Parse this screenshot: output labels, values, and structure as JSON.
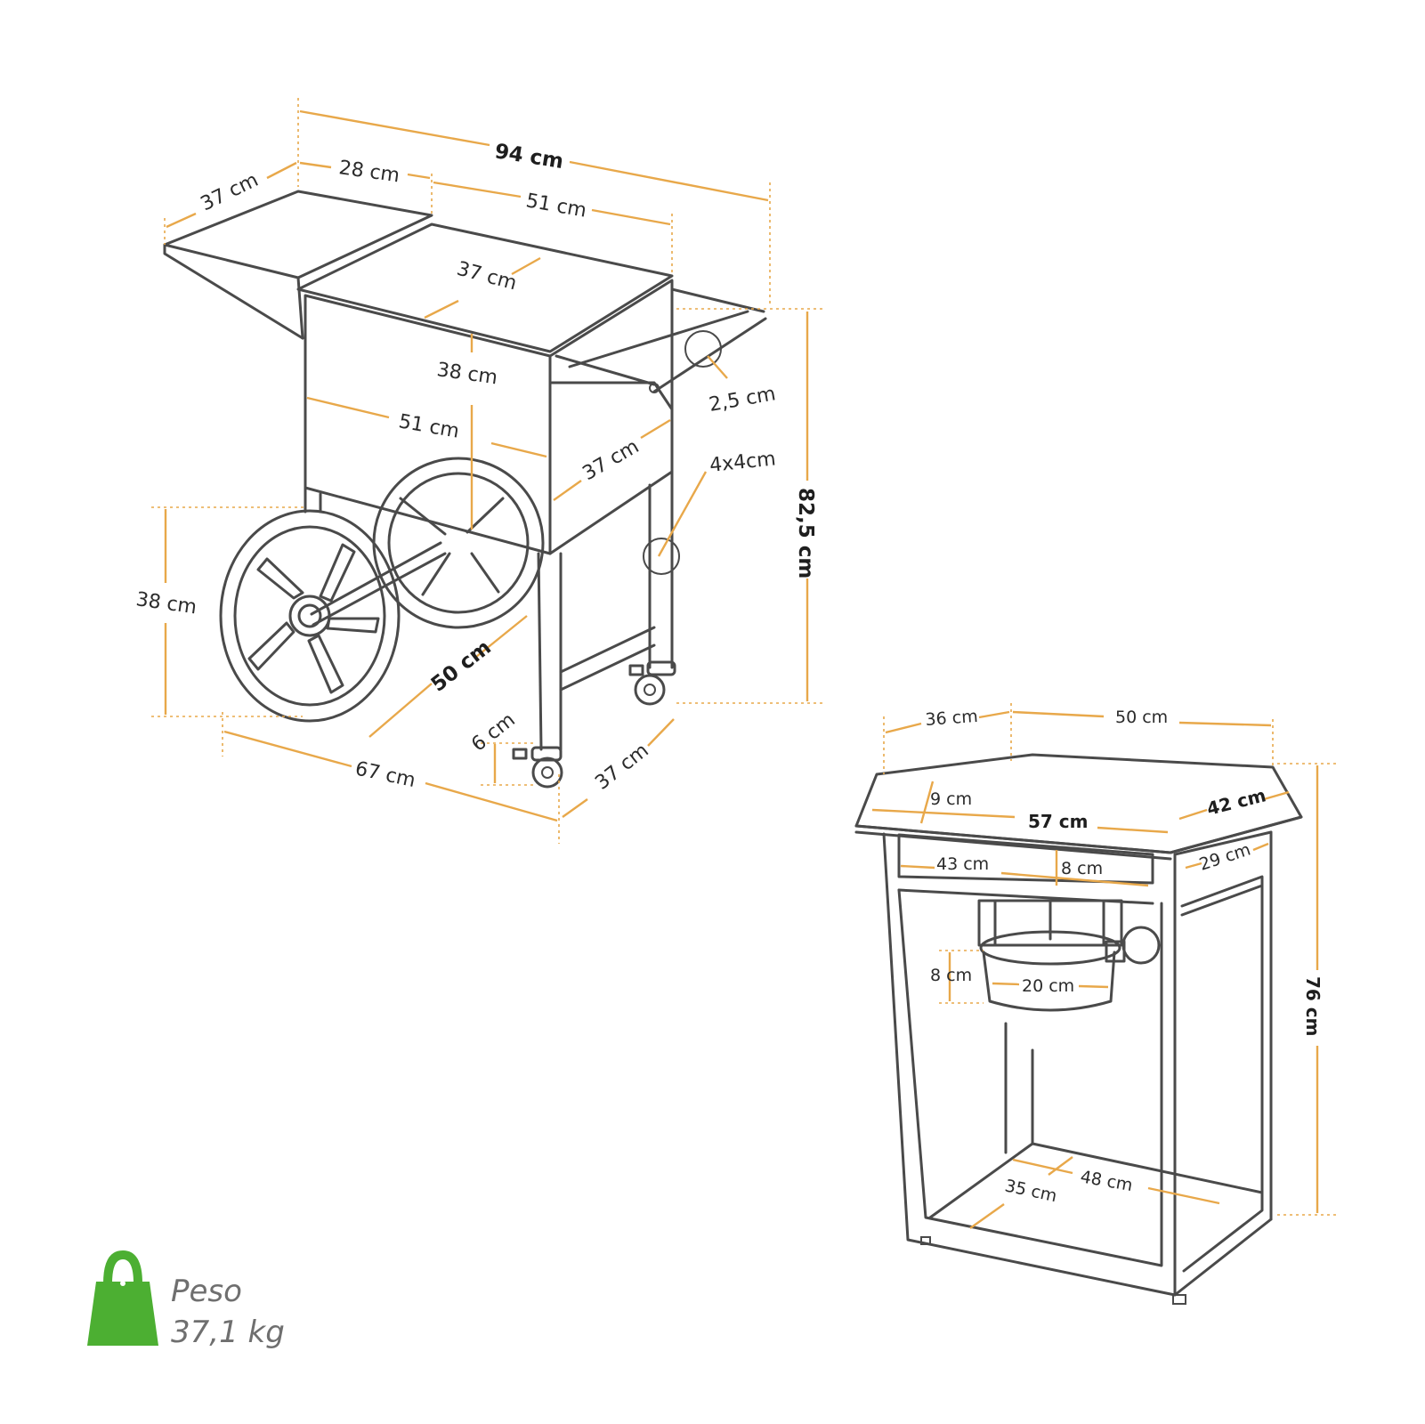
{
  "colors": {
    "dimension": "#e8a84a",
    "outline": "#4a4a4a",
    "weight_icon": "#4caf32",
    "text": "#2b2b2b"
  },
  "cart": {
    "total_width": "94 cm",
    "side_shelf_width": "28 cm",
    "box_width_top": "51 cm",
    "shelf_depth": "37 cm",
    "box_depth_top": "37 cm",
    "box_height": "38 cm",
    "box_width_front": "51 cm",
    "box_depth_side": "37 cm",
    "handle_diameter": "2,5 cm",
    "leg_section": "4x4cm",
    "total_height": "82,5 cm",
    "wheel_height": "38 cm",
    "wheel_diameter": "50 cm",
    "caster_height": "6 cm",
    "base_length": "67 cm",
    "base_depth": "37 cm"
  },
  "machine": {
    "roof_depth": "36 cm",
    "roof_width": "50 cm",
    "roof_overhang": "9 cm",
    "roof_front": "57 cm",
    "roof_side": "42 cm",
    "panel_width": "43 cm",
    "panel_height": "8 cm",
    "side_depth": "29 cm",
    "kettle_height": "8 cm",
    "kettle_diameter": "20 cm",
    "total_height": "76 cm",
    "base_width": "48 cm",
    "base_depth": "35 cm"
  },
  "weight": {
    "label": "Peso",
    "value": "37,1 kg"
  }
}
